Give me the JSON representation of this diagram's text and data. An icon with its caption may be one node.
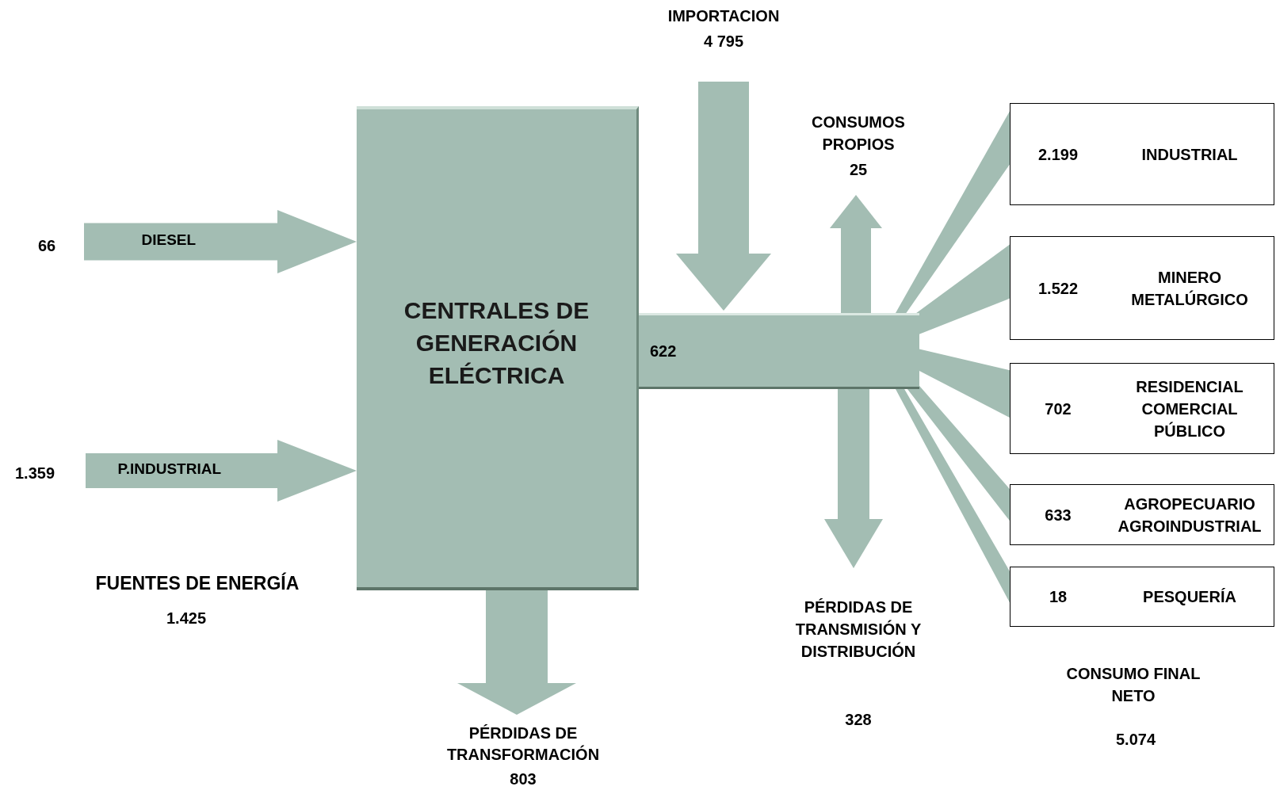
{
  "diagram": {
    "nodes": [
      {
        "text": [
          "IMPORTACION",
          "4 795"
        ]
      },
      {
        "text": [
          "CONSUMOS PROPIOS",
          "25"
        ]
      },
      {
        "text": [
          "2.199",
          "INDUSTRIAL"
        ]
      },
      {
        "text": [
          "66"
        ]
      },
      {
        "text": [
          "CENTRALES DE GENERACIÓN ELÉCTRICA"
        ]
      },
      {
        "text": [
          "622"
        ]
      },
      {
        "text": [
          "1.522",
          "MINERO METALÚRGICO"
        ]
      },
      {
        "text": [
          "702",
          "RESIDENCIAL COMERCIAL PÚBLICO"
        ]
      },
      {
        "text": [
          "1.359"
        ]
      },
      {
        "text": [
          "633",
          "AGROPECUARIO AGROINDUSTRIAL"
        ]
      },
      {
        "text": [
          "18",
          "PESQUERÍA"
        ]
      },
      {
        "text": [
          "PÉRDIDAS DE TRANSMISIÓN Y DISTRIBUCIÓN",
          "328"
        ]
      },
      {
        "text": [
          "PÉRDIDAS DE TRANSFORMACIÓN",
          "803"
        ]
      }
    ],
    "edges": [
      {
        "from": 3,
        "to": 4,
        "arrow": "to",
        "label": "DIESEL"
      },
      {
        "from": 8,
        "to": 4,
        "arrow": "to",
        "label": "P.INDUSTRIAL"
      },
      {
        "from": 0,
        "to": 5,
        "arrow": "to"
      },
      {
        "from": 4,
        "to": 12,
        "arrow": "to"
      },
      {
        "from": 5,
        "to": 1,
        "arrow": "to"
      },
      {
        "from": 5,
        "to": 11,
        "arrow": "to"
      },
      {
        "from": 5,
        "to": 2,
        "arrow": "none"
      },
      {
        "from": 5,
        "to": 6,
        "arrow": "none"
      },
      {
        "from": 5,
        "to": 7,
        "arrow": "none"
      },
      {
        "from": 5,
        "to": 9,
        "arrow": "none"
      },
      {
        "from": 5,
        "to": 10,
        "arrow": "none"
      }
    ],
    "labels": [
      "FUENTES DE ENERGÍA",
      "1.425",
      "CONSUMO FINAL NETO",
      "5.074"
    ]
  }
}
